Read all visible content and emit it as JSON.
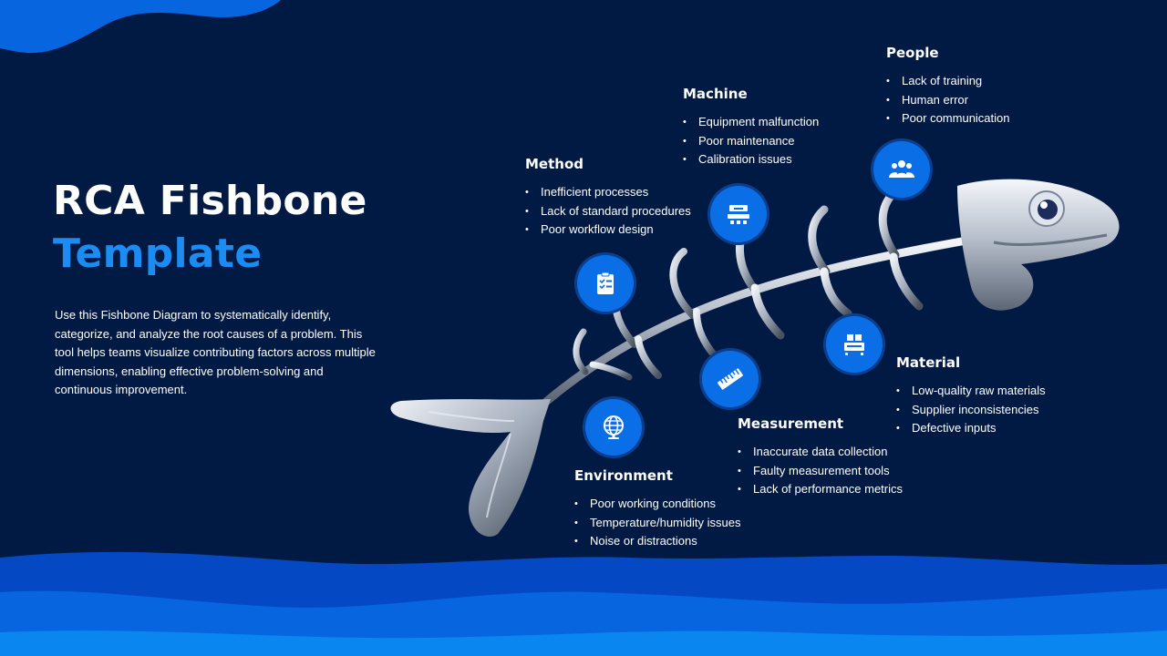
{
  "title": {
    "line1": "RCA Fishbone",
    "line2": "Template"
  },
  "description": "Use this Fishbone Diagram to systematically identify, categorize, and analyze the root causes of a problem. This tool helps teams visualize contributing factors across multiple dimensions, enabling effective problem-solving and continuous improvement.",
  "colors": {
    "background": "#011a43",
    "accent": "#1a8cf2",
    "icon_circle": "#0a6fe6",
    "wave_dark": "#0448c4",
    "wave_mid": "#0765e0",
    "wave_light": "#0a86f0"
  },
  "categories": {
    "people": {
      "title": "People",
      "icon": "people-group-icon",
      "items": [
        "Lack of training",
        "Human error",
        "Poor communication"
      ]
    },
    "machine": {
      "title": "Machine",
      "icon": "machine-icon",
      "items": [
        "Equipment malfunction",
        "Poor maintenance",
        "Calibration issues"
      ]
    },
    "method": {
      "title": "Method",
      "icon": "clipboard-checklist-icon",
      "items": [
        "Inefficient processes",
        "Lack of standard procedures",
        "Poor workflow design"
      ]
    },
    "material": {
      "title": "Material",
      "icon": "material-boxes-icon",
      "items": [
        "Low-quality raw materials",
        "Supplier inconsistencies",
        "Defective inputs"
      ]
    },
    "measurement": {
      "title": "Measurement",
      "icon": "ruler-icon",
      "items": [
        "Inaccurate data collection",
        "Faulty measurement tools",
        "Lack of performance metrics"
      ]
    },
    "environment": {
      "title": "Environment",
      "icon": "globe-icon",
      "items": [
        "Poor working conditions",
        "Temperature/humidity issues",
        "Noise or distractions"
      ]
    }
  }
}
